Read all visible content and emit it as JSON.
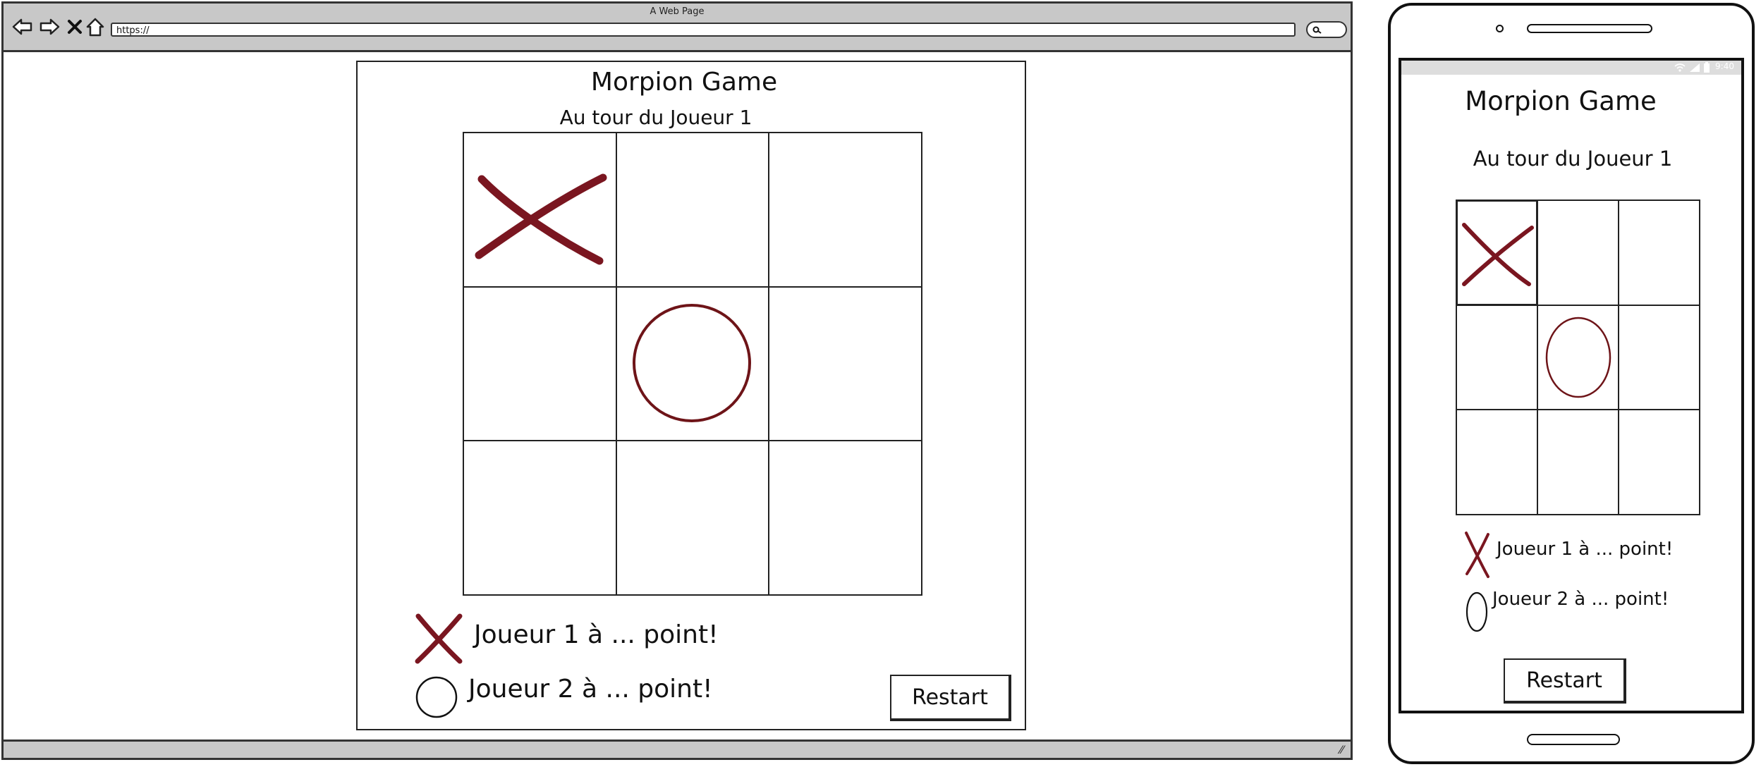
{
  "browser": {
    "title": "A Web Page",
    "url": "https://",
    "icons": [
      "back-arrow-icon",
      "forward-arrow-icon",
      "close-icon",
      "home-icon",
      "search-icon",
      "resize-grip-icon"
    ]
  },
  "game": {
    "title": "Morpion Game",
    "turn_text": "Au tour du Joueur 1",
    "board": [
      "X",
      "",
      "",
      "",
      "O",
      "",
      "",
      "",
      ""
    ],
    "player1_score_text": "Joueur 1 à ... point!",
    "player2_score_text": "Joueur 2 à ... point!",
    "restart_label": "Restart"
  },
  "phone": {
    "status_time": "9:40",
    "status_icons": [
      "wifi-icon",
      "signal-icon",
      "battery-icon"
    ]
  },
  "colors": {
    "x_mark": "#7a1620",
    "o_mark": "#6e1418",
    "chrome": "#c8c8c8",
    "outline": "#222222"
  }
}
